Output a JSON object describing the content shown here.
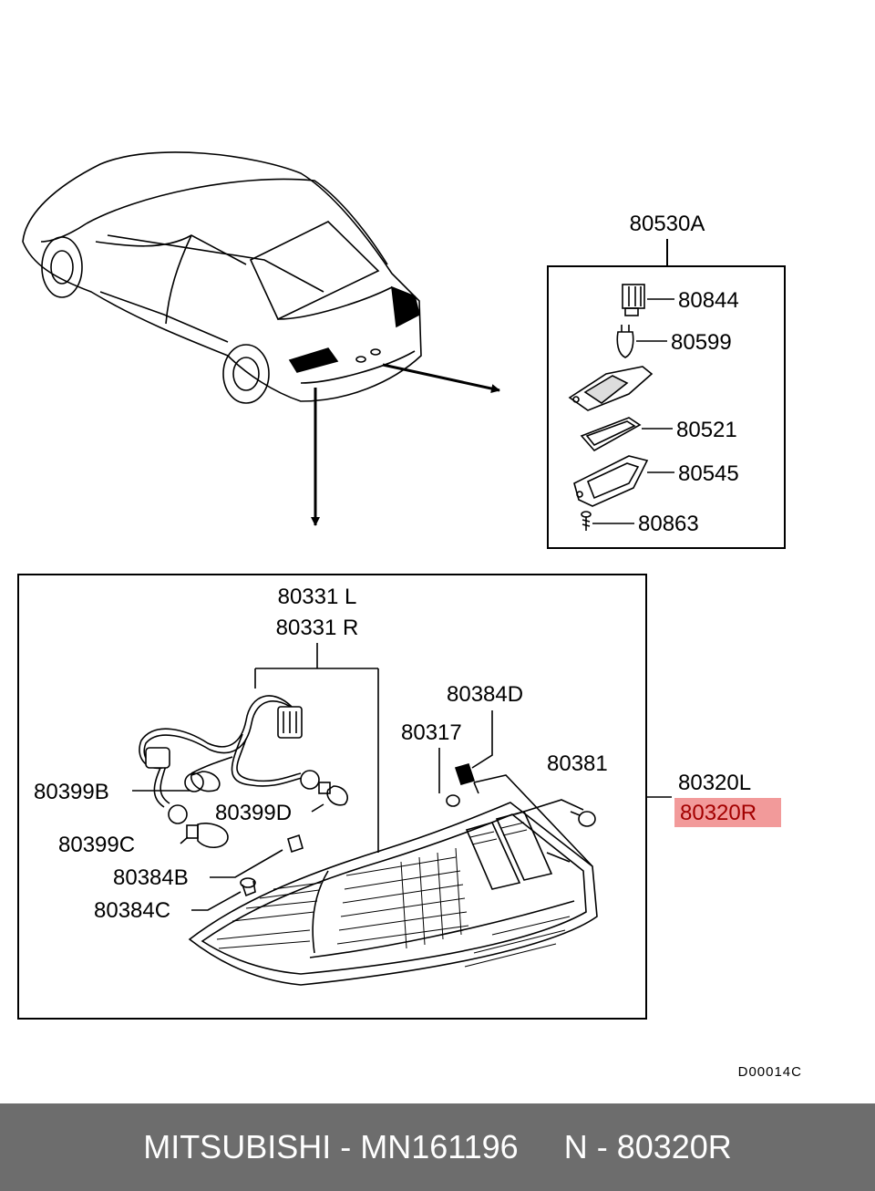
{
  "labels": {
    "kit": "80530A",
    "socket": "80844",
    "bulb_small": "80599",
    "lamp_housing": "80521",
    "lens_seal": "80545",
    "screw": "80863",
    "harness_l": "80331 L",
    "harness_r": "80331 R",
    "bulb_b": "80399B",
    "bulb_c": "80399C",
    "bulb_d": "80399D",
    "clip_b": "80384B",
    "clip_c": "80384C",
    "clip_d": "80384D",
    "grommet": "80317",
    "bolt": "80381",
    "lamp_l": "80320L",
    "lamp_r": "80320R",
    "drawing_code": "D00014C"
  },
  "highlight_color": "#f29a9a",
  "footer": {
    "brand": "MITSUBISHI",
    "separator1": " - ",
    "part_number": "MN161196",
    "gap": "     ",
    "prefix": "N",
    "separator2": " - ",
    "ref": "80320R"
  }
}
